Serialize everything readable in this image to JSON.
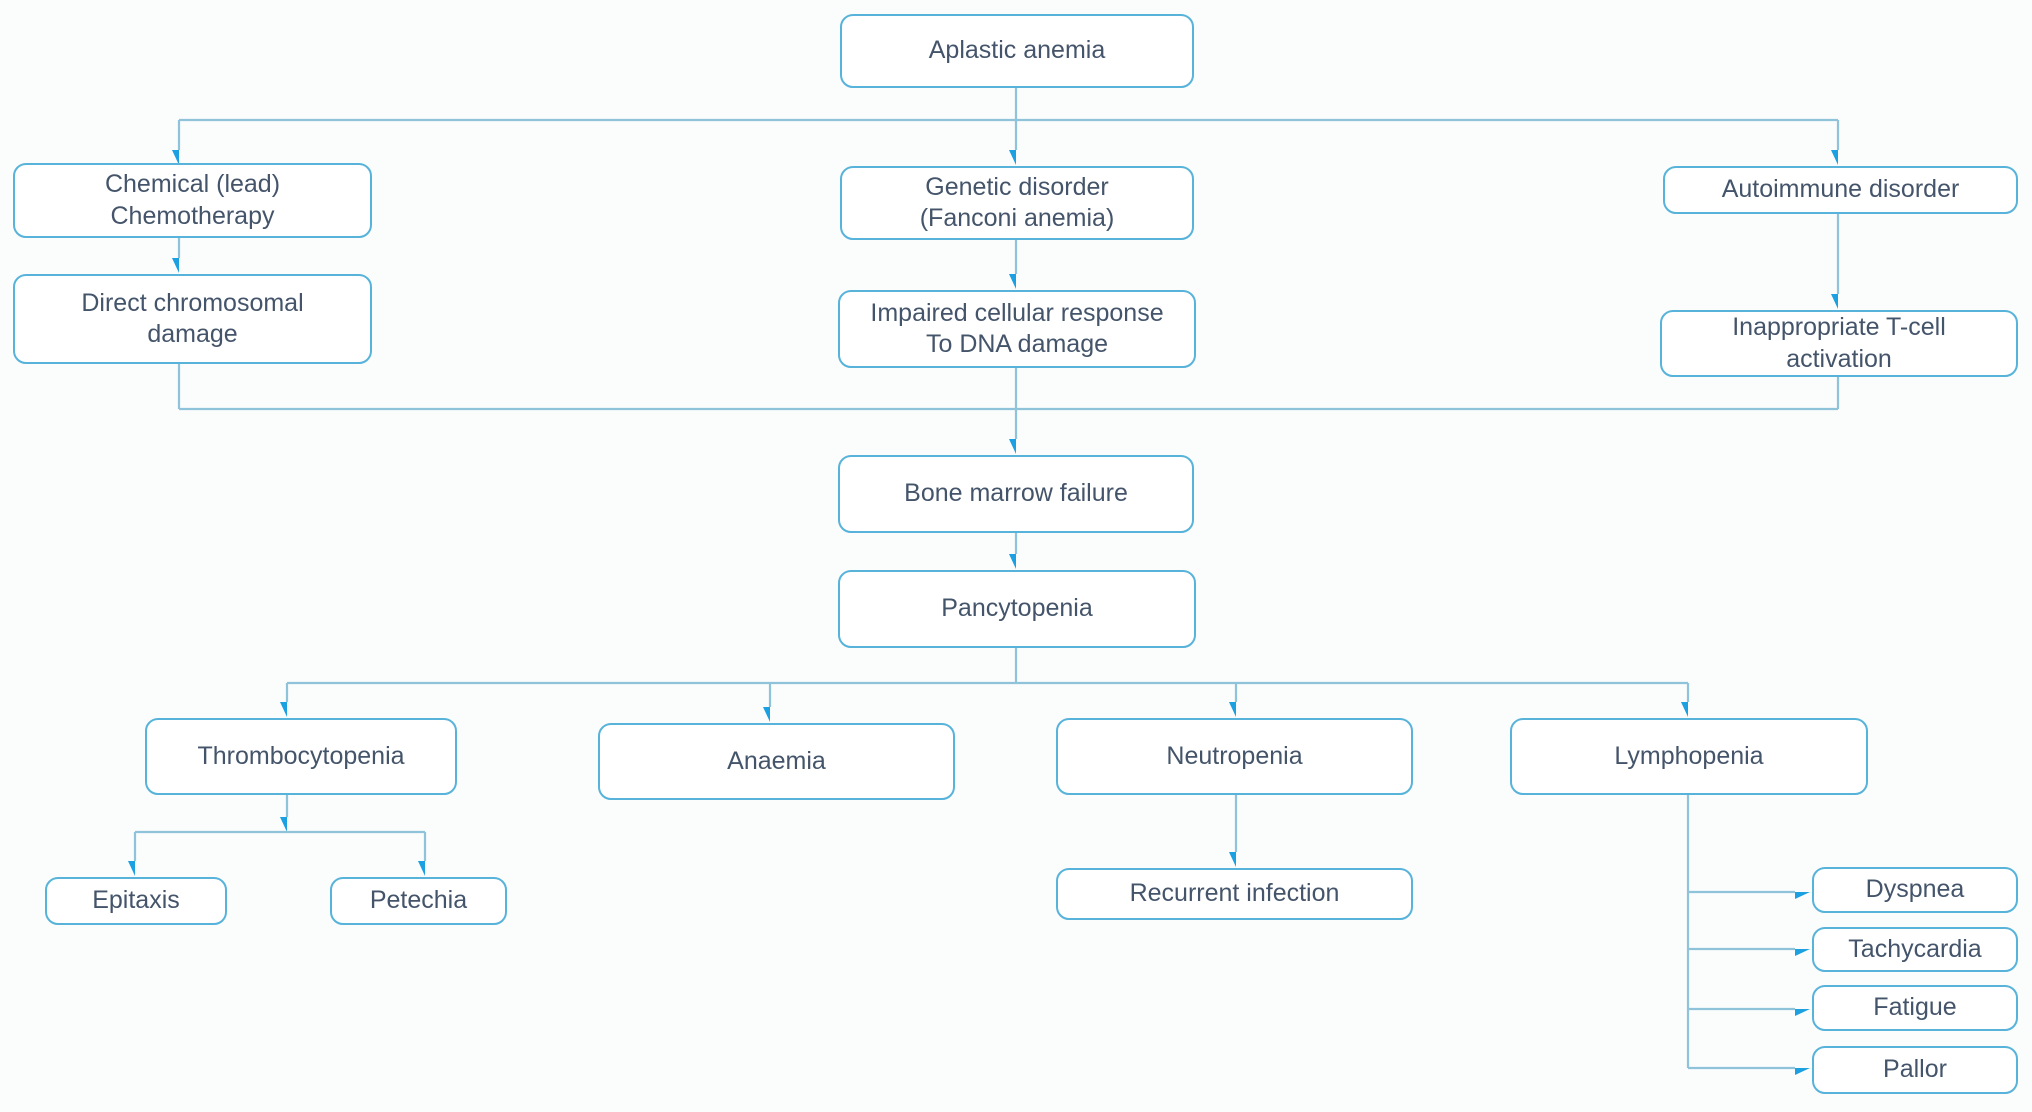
{
  "diagram": {
    "type": "flowchart",
    "topic": "Aplastic anemia"
  },
  "colors": {
    "background": "#fbfcfc",
    "box_border": "#57b3da",
    "connector": "#8fc3d9",
    "arrow": "#1ba0e1",
    "text": "#44546a"
  },
  "nodes": {
    "aplastic_anemia": {
      "label": "Aplastic anemia"
    },
    "chemical_chemotherapy": {
      "label": "Chemical (lead)\nChemotherapy"
    },
    "genetic_disorder": {
      "label": "Genetic disorder\n(Fanconi anemia)"
    },
    "autoimmune_disorder": {
      "label": "Autoimmune disorder"
    },
    "direct_chromosomal_damage": {
      "label": "Direct chromosomal\ndamage"
    },
    "impaired_cellular_response": {
      "label": "Impaired cellular response\nTo DNA damage"
    },
    "inappropriate_tcell_activation": {
      "label": "Inappropriate T-cell\nactivation"
    },
    "bone_marrow_failure": {
      "label": "Bone marrow failure"
    },
    "pancytopenia": {
      "label": "Pancytopenia"
    },
    "thrombocytopenia": {
      "label": "Thrombocytopenia"
    },
    "anaemia": {
      "label": "Anaemia"
    },
    "neutropenia": {
      "label": "Neutropenia"
    },
    "lymphopenia": {
      "label": "Lymphopenia"
    },
    "epitaxis": {
      "label": "Epitaxis"
    },
    "petechia": {
      "label": "Petechia"
    },
    "recurrent_infection": {
      "label": "Recurrent infection"
    },
    "dyspnea": {
      "label": "Dyspnea"
    },
    "tachycardia": {
      "label": "Tachycardia"
    },
    "fatigue": {
      "label": "Fatigue"
    },
    "pallor": {
      "label": "Pallor"
    }
  },
  "edges": [
    {
      "from": "aplastic_anemia",
      "to": "chemical_chemotherapy"
    },
    {
      "from": "aplastic_anemia",
      "to": "genetic_disorder"
    },
    {
      "from": "aplastic_anemia",
      "to": "autoimmune_disorder"
    },
    {
      "from": "chemical_chemotherapy",
      "to": "direct_chromosomal_damage"
    },
    {
      "from": "genetic_disorder",
      "to": "impaired_cellular_response"
    },
    {
      "from": "autoimmune_disorder",
      "to": "inappropriate_tcell_activation"
    },
    {
      "from": "direct_chromosomal_damage",
      "to": "bone_marrow_failure"
    },
    {
      "from": "impaired_cellular_response",
      "to": "bone_marrow_failure"
    },
    {
      "from": "inappropriate_tcell_activation",
      "to": "bone_marrow_failure"
    },
    {
      "from": "bone_marrow_failure",
      "to": "pancytopenia"
    },
    {
      "from": "pancytopenia",
      "to": "thrombocytopenia"
    },
    {
      "from": "pancytopenia",
      "to": "anaemia"
    },
    {
      "from": "pancytopenia",
      "to": "neutropenia"
    },
    {
      "from": "pancytopenia",
      "to": "lymphopenia"
    },
    {
      "from": "thrombocytopenia",
      "to": "epitaxis"
    },
    {
      "from": "thrombocytopenia",
      "to": "petechia"
    },
    {
      "from": "neutropenia",
      "to": "recurrent_infection"
    },
    {
      "from": "lymphopenia",
      "to": "dyspnea"
    },
    {
      "from": "lymphopenia",
      "to": "tachycardia"
    },
    {
      "from": "lymphopenia",
      "to": "fatigue"
    },
    {
      "from": "lymphopenia",
      "to": "pallor"
    }
  ]
}
